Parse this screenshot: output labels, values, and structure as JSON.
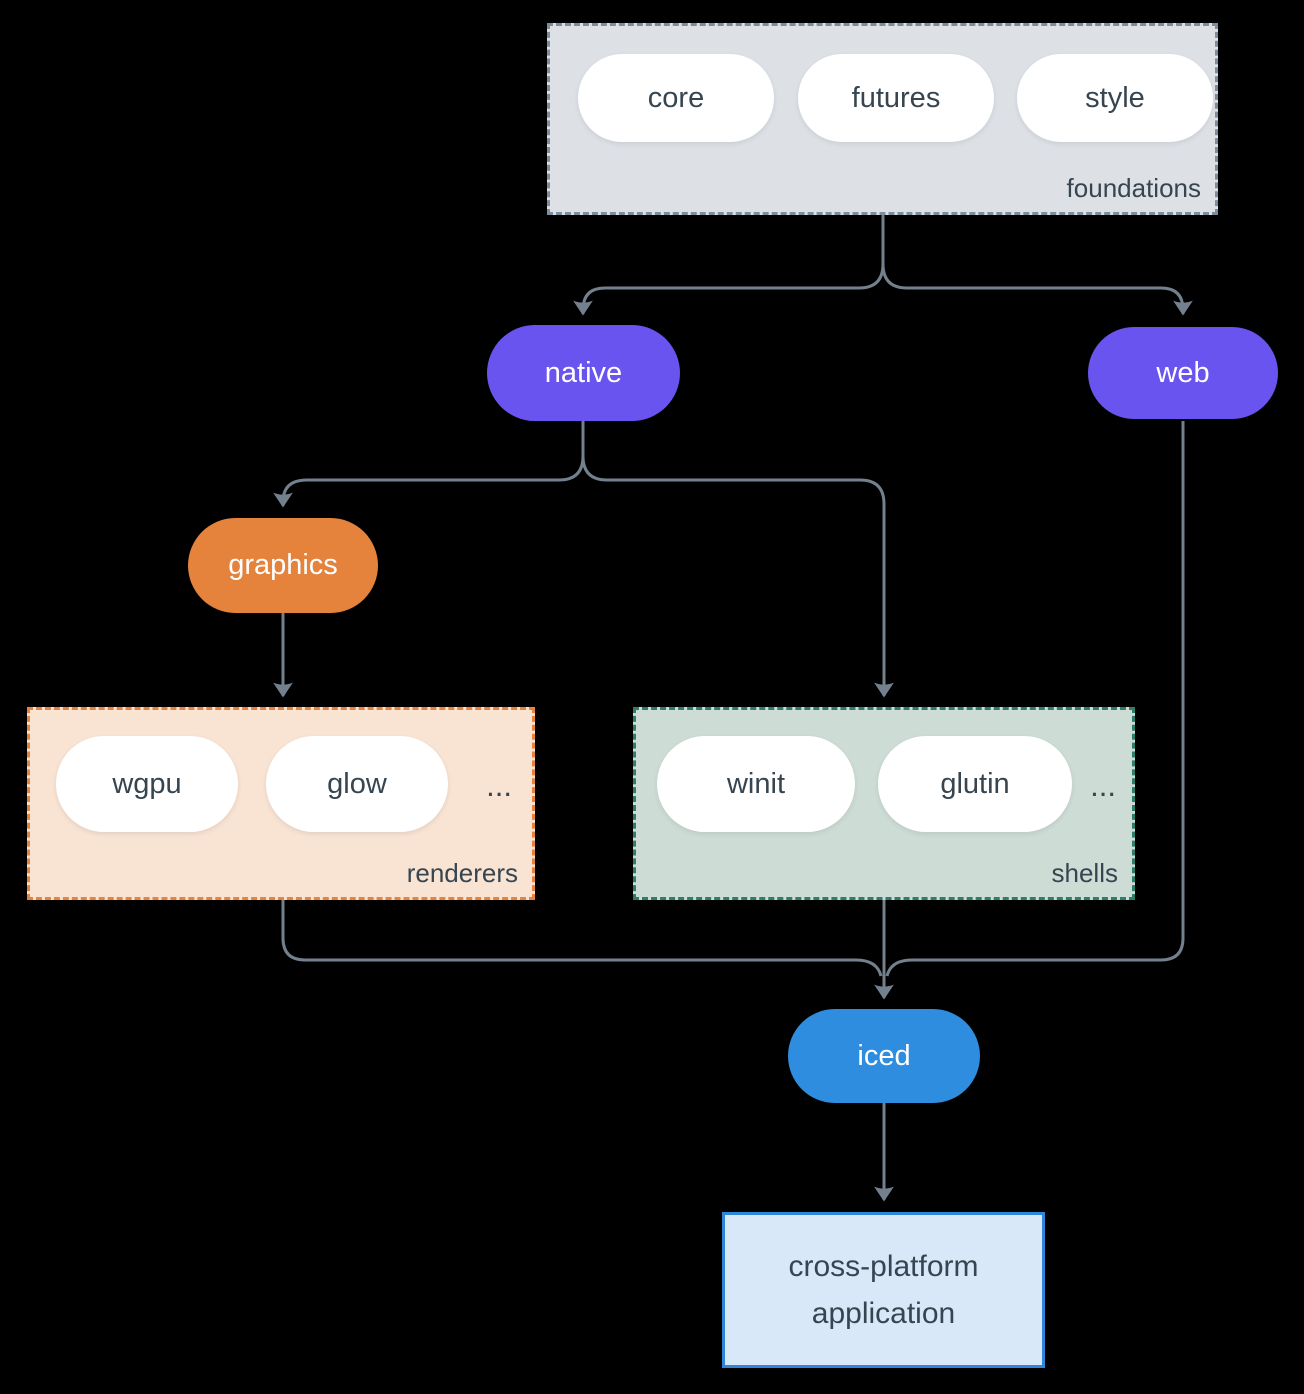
{
  "colors": {
    "background": "#000000",
    "connector": "#73808d",
    "node_purple": "#6a54ef",
    "node_orange": "#e5823c",
    "node_blue": "#2e8dde",
    "foundations_fill": "#dde1e6",
    "foundations_border": "#7d8d9b",
    "renderers_fill": "#f9e3d3",
    "renderers_border": "#e8833d",
    "shells_fill": "#cddcd4",
    "shells_border": "#2e7e6c",
    "app_fill": "#d8e8f8",
    "app_border": "#2e86d8",
    "text_dark": "#36454f"
  },
  "foundations": {
    "label": "foundations",
    "items": [
      "core",
      "futures",
      "style"
    ]
  },
  "nodes": {
    "native": "native",
    "web": "web",
    "graphics": "graphics",
    "iced": "iced"
  },
  "renderers": {
    "label": "renderers",
    "items": [
      "wgpu",
      "glow"
    ],
    "ellipsis": "..."
  },
  "shells": {
    "label": "shells",
    "items": [
      "winit",
      "glutin"
    ],
    "ellipsis": "..."
  },
  "app": {
    "label": "cross-platform application"
  }
}
